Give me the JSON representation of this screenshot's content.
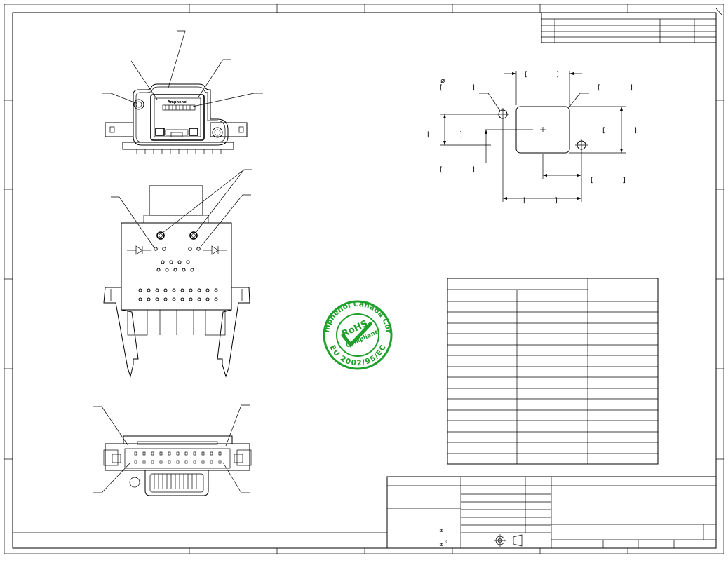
{
  "drawing": {
    "logo": {
      "top_text": "Amphenol Canada Corp",
      "center_text": "RoHS",
      "compliant_text": "Compliant",
      "bottom_text": "EU 2002/95/EC",
      "color": "#1fa02a"
    },
    "connector_brand_text": "Amphenol",
    "dimension_symbols": {
      "diameter": "⌀",
      "bracket_open": "[",
      "bracket_close": "]"
    },
    "title_block_symbols": {
      "plus_minus_1": "±",
      "plus_minus_2": "±",
      "degree": "°"
    },
    "colors": {
      "line": "#000000",
      "background": "#ffffff"
    }
  }
}
